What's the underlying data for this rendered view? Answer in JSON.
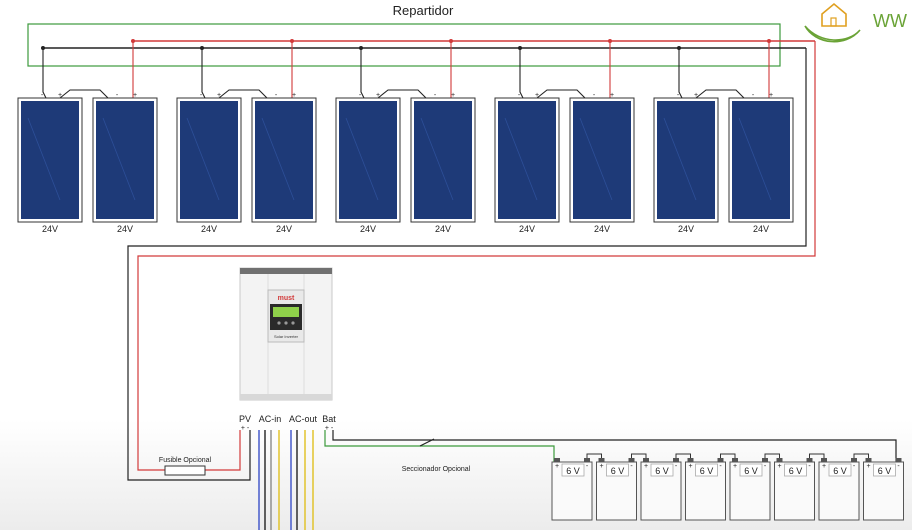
{
  "title": "Repartidor",
  "logo": {
    "text": "WW",
    "icon": "house-leaf-logo",
    "color": "#6aa336"
  },
  "panels": {
    "label": "24V",
    "count": 10,
    "plus": "+",
    "minus": "-",
    "fill": "#1e3a78"
  },
  "inverter": {
    "brand": "must",
    "subtitle": "Solar Inverter",
    "terminals": [
      "PV",
      "AC-in",
      "AC-out",
      "Bat"
    ],
    "pv_polarity": "+ -",
    "bat_polarity": "+ -"
  },
  "fuse_label": "Fusible Opcional",
  "disconnect_label": "Seccionador Opcional",
  "batteries": {
    "label": "6 V",
    "count": 8,
    "plus": "+",
    "minus": "-"
  },
  "colors": {
    "positive": "#d23a3a",
    "negative": "#222222",
    "ground": "#3c9a3c",
    "ac_blue": "#3b50c8",
    "ac_yellow": "#e0c020"
  }
}
